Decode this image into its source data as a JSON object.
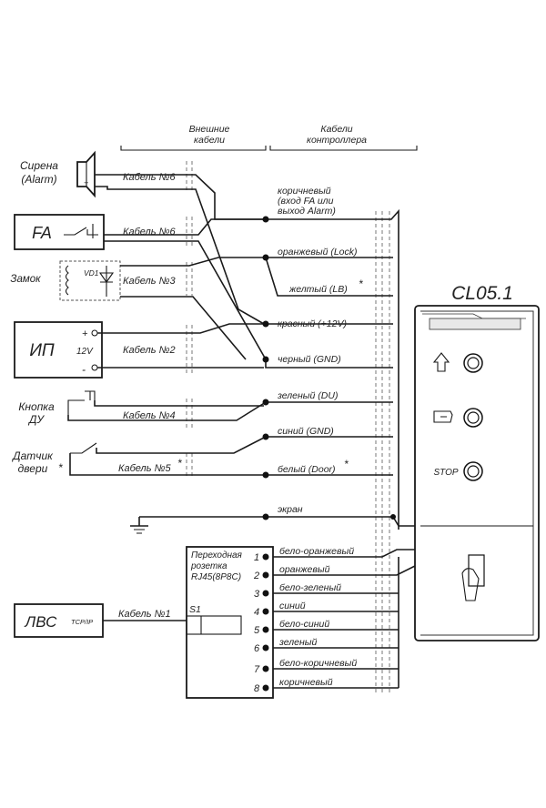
{
  "headers": {
    "external_cables": "Внешние\nкабели",
    "controller_cables": "Кабели\nконтроллера"
  },
  "devices": {
    "siren": "Сирена\n(Alarm)",
    "fa": "FA",
    "lock": "Замок",
    "lock_diode": "VD1",
    "psu": "ИП",
    "psu_voltage": "12V",
    "psu_plus": "+",
    "psu_minus": "-",
    "button": "Кнопка\nДУ",
    "door_sensor": "Датчик\nдвери",
    "door_sensor_mark": "*",
    "lan": "ЛВС",
    "lan_protocol": "TCP/IP",
    "socket": "Переходная\nрозетка\nRJ45(8P8C)",
    "switch_label": "S1"
  },
  "cables": {
    "c6a": "Кабель №6",
    "c6b": "Кабель №6",
    "c3": "Кабель №3",
    "c2": "Кабель №2",
    "c4": "Кабель №4",
    "c5": "Кабель №5",
    "c5_mark": "*",
    "c1": "Кабель №1"
  },
  "wires": {
    "brown": "коричневый\n(вход FA или\nвыход Alarm)",
    "orange": "оранжевый (Lock)",
    "yellow": "желтый (LB)",
    "yellow_mark": "*",
    "red": "красный (+12V)",
    "black": "черный (GND)",
    "green": "зеленый (DU)",
    "blue": "синий (GND)",
    "white": "белый (Door)",
    "white_mark": "*",
    "screen": "экран"
  },
  "rj45": {
    "pins": [
      "1",
      "2",
      "3",
      "4",
      "5",
      "6",
      "7",
      "8"
    ],
    "wires": [
      "бело-оранжевый",
      "оранжевый",
      "бело-зеленый",
      "синий",
      "бело-синий",
      "зеленый",
      "бело-коричневый",
      "коричневый"
    ]
  },
  "controller": {
    "title": "CL05.1",
    "stop_label": "STOP"
  }
}
